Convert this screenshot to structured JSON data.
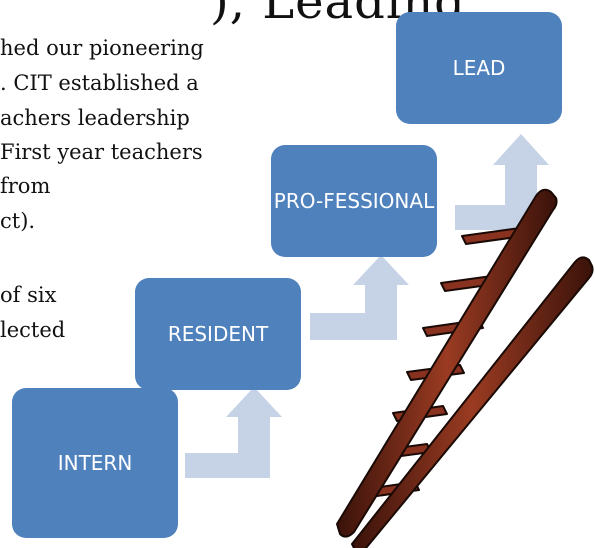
{
  "title_fragment": "), Leading",
  "body_text": [
    "hed our pioneering",
    ". CIT established a",
    "achers leadership",
    "First year teachers",
    "from",
    "ct).",
    "of six",
    "lected"
  ],
  "stages": [
    {
      "id": "intern",
      "lines": [
        "INTERN"
      ]
    },
    {
      "id": "resident",
      "lines": [
        "RESIDENT"
      ]
    },
    {
      "id": "professional",
      "lines": [
        "PRO-",
        "FESSIONAL"
      ]
    },
    {
      "id": "lead",
      "lines": [
        "LEAD"
      ]
    }
  ],
  "colors": {
    "box": "#4f81bd",
    "arrow": "#c6d3e6",
    "ladder": "#7a2c1a"
  },
  "icons": {
    "ladder": "ladder-icon"
  }
}
